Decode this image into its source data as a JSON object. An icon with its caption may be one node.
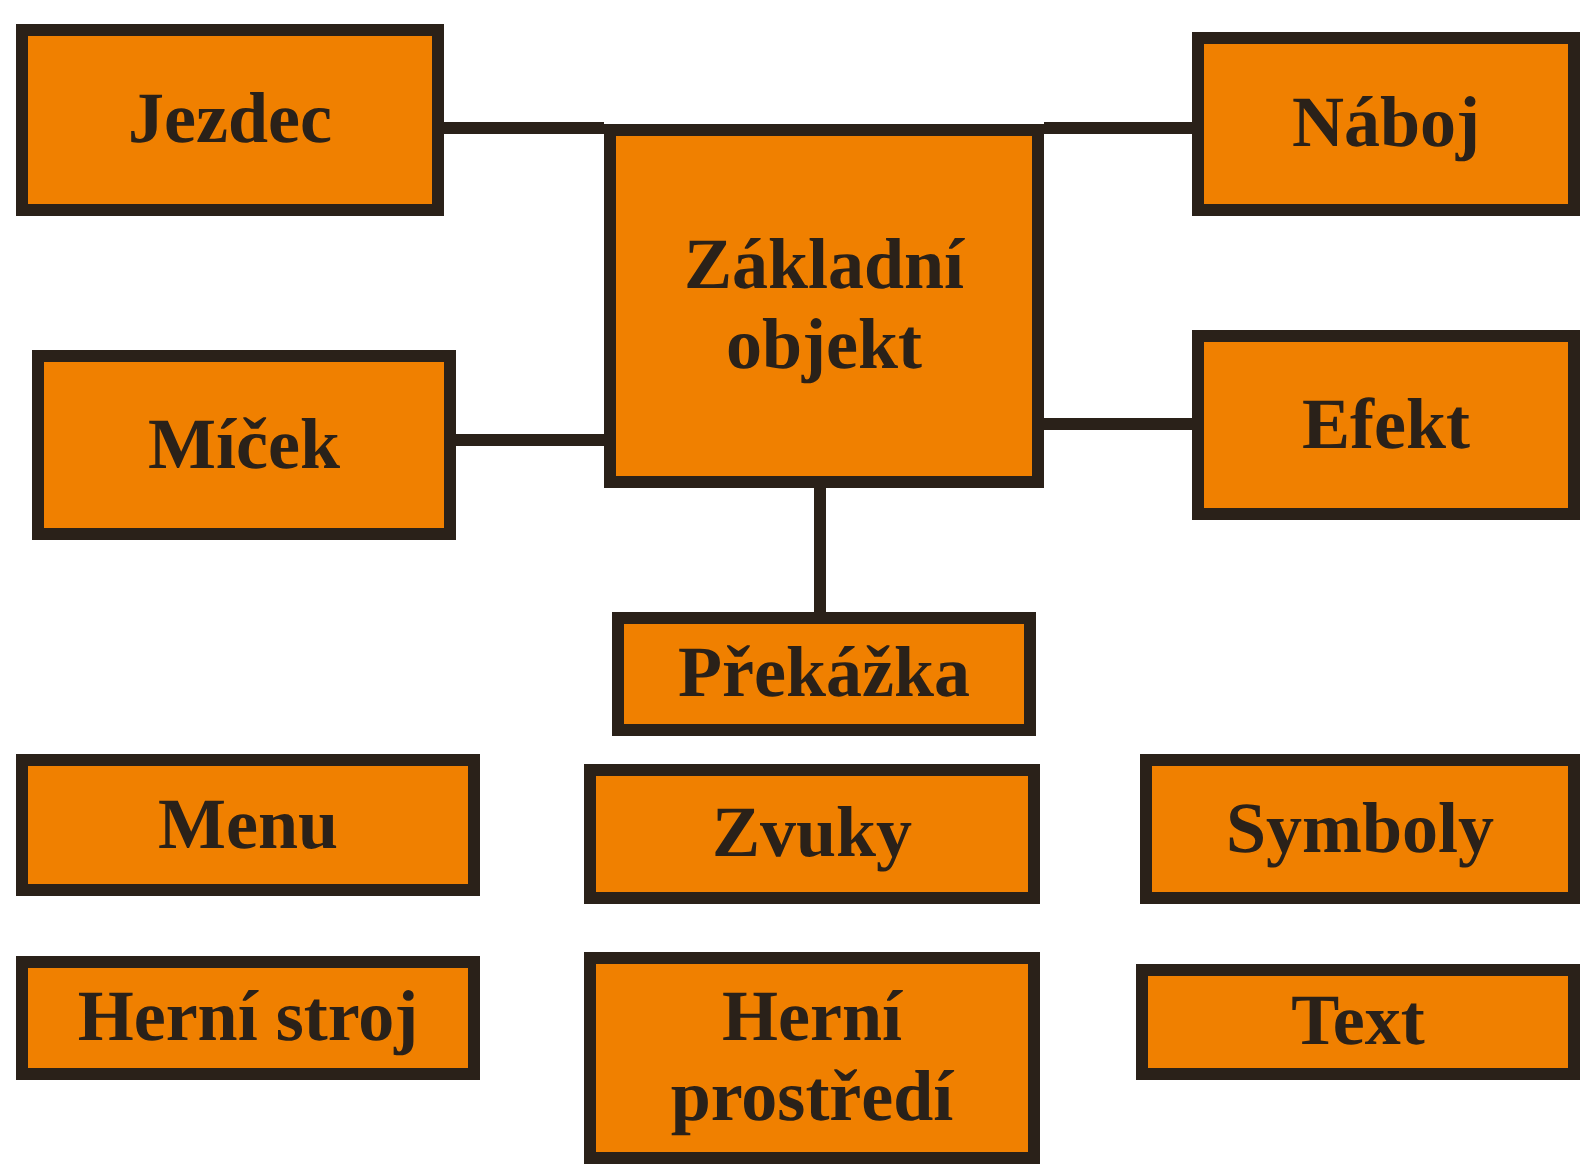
{
  "diagram": {
    "nodes": [
      {
        "text": [
          "Jezdec"
        ]
      },
      {
        "text": [
          "Náboj"
        ]
      },
      {
        "text": [
          "Základní objekt"
        ]
      },
      {
        "text": [
          "Míček"
        ]
      },
      {
        "text": [
          "Efekt"
        ]
      },
      {
        "text": [
          "Překážka"
        ]
      },
      {
        "text": [
          "Menu"
        ]
      },
      {
        "text": [
          "Zvuky"
        ]
      },
      {
        "text": [
          "Symboly"
        ]
      },
      {
        "text": [
          "Herní stroj"
        ]
      },
      {
        "text": [
          "Herní prostředí"
        ]
      },
      {
        "text": [
          "Text"
        ]
      }
    ],
    "edges": [
      {
        "from": 0,
        "to": 2,
        "arrow": "none"
      },
      {
        "from": 1,
        "to": 2,
        "arrow": "none"
      },
      {
        "from": 3,
        "to": 2,
        "arrow": "none"
      },
      {
        "from": 4,
        "to": 2,
        "arrow": "none"
      },
      {
        "from": 2,
        "to": 5,
        "arrow": "none"
      }
    ]
  }
}
